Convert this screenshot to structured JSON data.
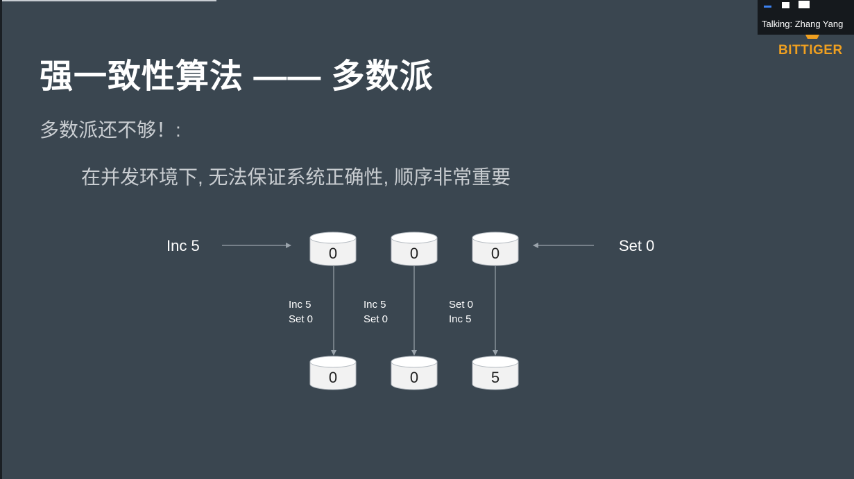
{
  "slide": {
    "title": "强一致性算法 —— 多数派",
    "subtitle": "多数派还不够！:",
    "bullet": "在并发环境下, 无法保证系统正确性, 顺序非常重要"
  },
  "diagram": {
    "left_label": "Inc 5",
    "right_label": "Set 0",
    "nodes_top": [
      "0",
      "0",
      "0"
    ],
    "ops": [
      [
        "Inc 5",
        "Set 0"
      ],
      [
        "Inc 5",
        "Set 0"
      ],
      [
        "Set 0",
        "Inc 5"
      ]
    ],
    "nodes_bottom": [
      "0",
      "0",
      "5"
    ]
  },
  "meeting": {
    "talking": "Talking: Zhang Yang",
    "logo_part1": "BIT",
    "logo_part2": "TIGER"
  },
  "colors": {
    "background": "#3a4650",
    "node_fill": "#f2f2f2",
    "arrow": "#9aa3ab",
    "logo": "#f0a020"
  }
}
